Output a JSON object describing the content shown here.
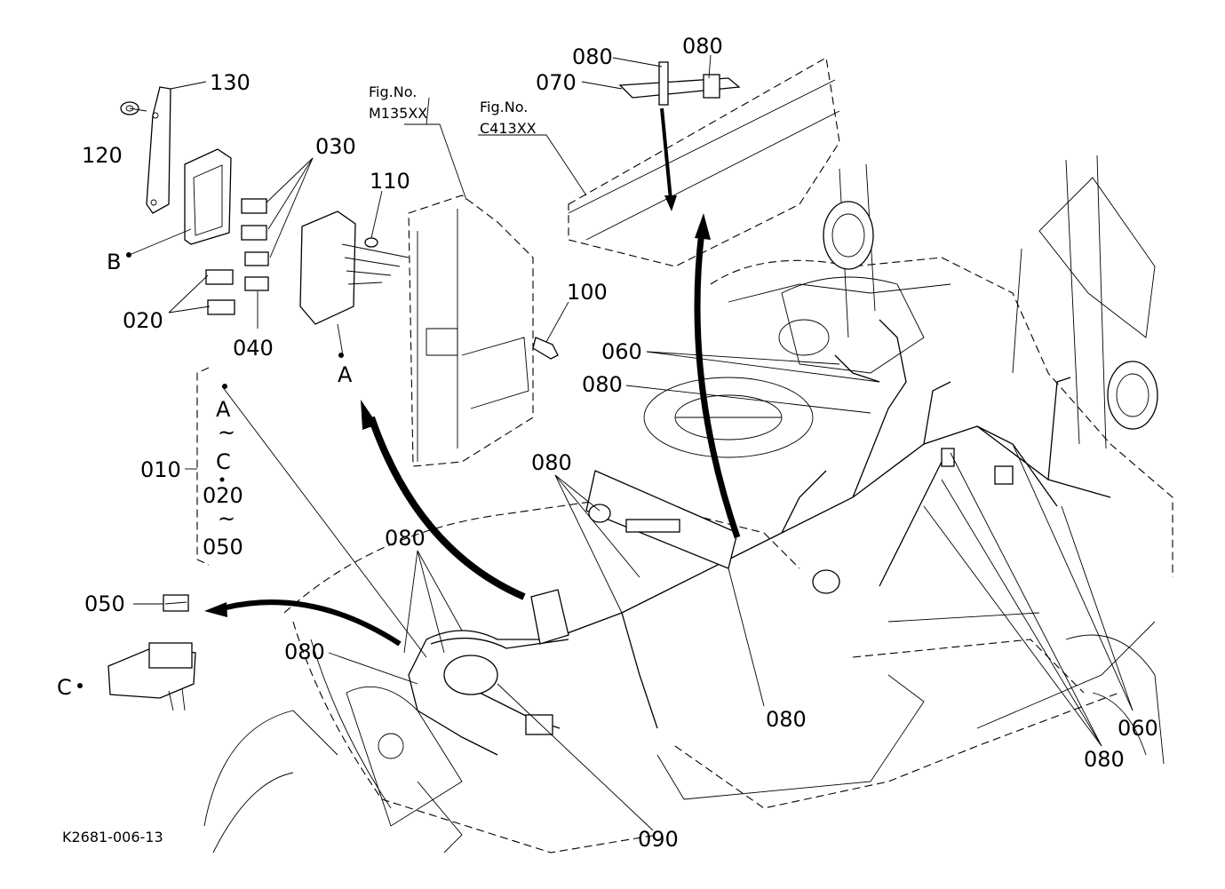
{
  "labels": {
    "p130": "130",
    "p120": "120",
    "p030": "030",
    "p110": "110",
    "pB": "B",
    "p020": "020",
    "p040": "040",
    "pA": "A",
    "p100": "100",
    "p080_top_left": "080",
    "p080_top_right": "080",
    "p070": "070",
    "p060_upper": "060",
    "p080_upper_mid": "080",
    "p080_dash": "080",
    "p080_mid": "080",
    "p080_left": "080",
    "p050": "050",
    "pC": "C",
    "p080_lower_center": "080",
    "p080_lower_right": "080",
    "p060_lower": "060",
    "p090": "090",
    "p010": "010"
  },
  "figure_refs": {
    "m135_line1": "Fig.No.",
    "m135_line2": "M135XX",
    "c413_line1": "Fig.No.",
    "c413_line2": "C413XX"
  },
  "assembly_note": {
    "line1": "A",
    "line2": "~",
    "line3": "C",
    "line4": "020",
    "line5": "~",
    "line6": "050"
  },
  "drawing_code": "K2681-006-13"
}
